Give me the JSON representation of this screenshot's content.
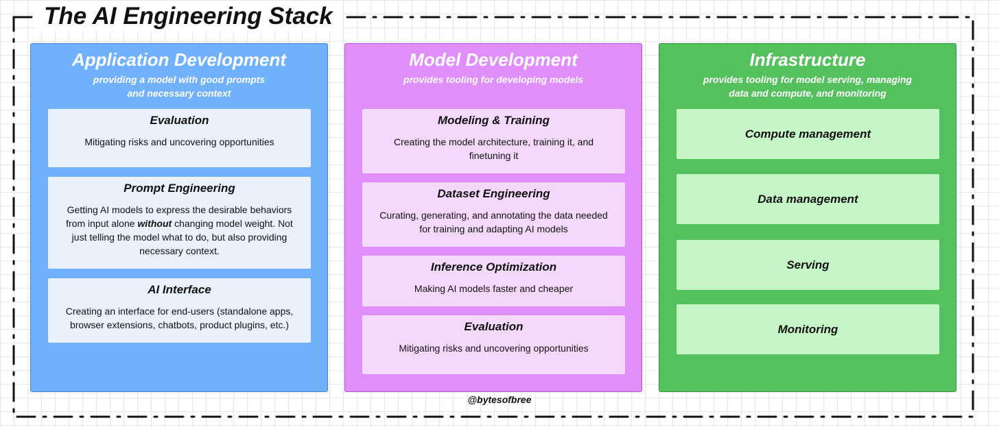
{
  "title": "The AI Engineering Stack",
  "credit": "@bytesofbree",
  "colors": {
    "application": "#6fb1fb",
    "model": "#e08ef9",
    "infrastructure": "#55c15e"
  },
  "application": {
    "title": "Application Development",
    "subtitle_lines": [
      "providing a model with good prompts",
      "and necessary context"
    ],
    "cards": [
      {
        "title": "Evaluation",
        "desc": "Mitigating risks and uncovering opportunities"
      },
      {
        "title": "Prompt Engineering",
        "desc_lines": [
          "Getting AI models to express the desirable behaviors",
          "from input alone ",
          "without",
          " changing model weight. Not",
          "just telling the model what to do, but also providing",
          "necessary context."
        ]
      },
      {
        "title": "AI Interface",
        "desc_lines": [
          "Creating an interface for end-users (standalone apps,",
          "browser extensions, chatbots, product plugins, etc.)"
        ]
      }
    ]
  },
  "model": {
    "title": "Model Development",
    "subtitle": "provides tooling for developing models",
    "cards": [
      {
        "title": "Modeling & Training",
        "desc_lines": [
          "Creating the model architecture, training it, and",
          "finetuning it"
        ]
      },
      {
        "title": "Dataset Engineering",
        "desc_lines": [
          "Curating, generating, and annotating the data needed",
          "for training and adapting AI models"
        ]
      },
      {
        "title": "Inference Optimization",
        "desc": "Making AI models faster and cheaper"
      },
      {
        "title": "Evaluation",
        "desc": "Mitigating risks and uncovering opportunities"
      }
    ]
  },
  "infrastructure": {
    "title": "Infrastructure",
    "subtitle_lines": [
      "provides tooling for model serving, managing",
      "data and compute, and monitoring"
    ],
    "cards": [
      {
        "title": "Compute management"
      },
      {
        "title": "Data management"
      },
      {
        "title": "Serving"
      },
      {
        "title": "Monitoring"
      }
    ]
  }
}
